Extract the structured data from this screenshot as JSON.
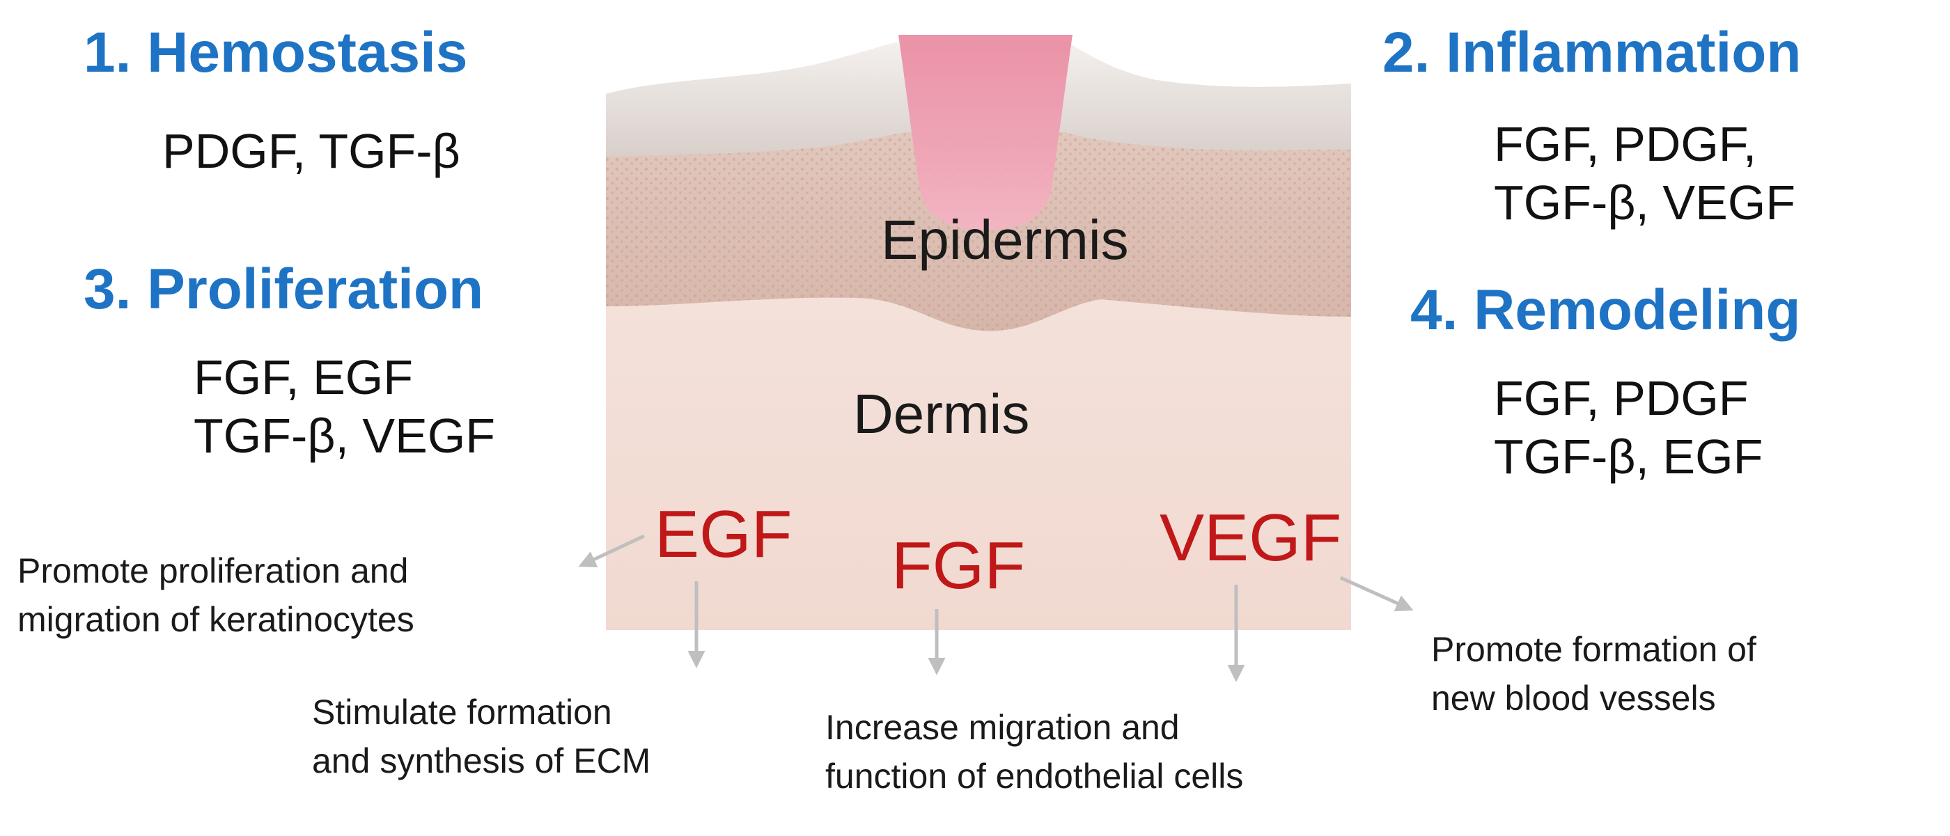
{
  "phases": [
    {
      "title": "1. Hemostasis",
      "factors": [
        "PDGF, TGF-β"
      ]
    },
    {
      "title": "2. Inflammation",
      "factors": [
        "FGF, PDGF,",
        "TGF-β, VEGF"
      ]
    },
    {
      "title": "3. Proliferation",
      "factors": [
        "FGF, EGF",
        "TGF-β, VEGF"
      ]
    },
    {
      "title": "4. Remodeling",
      "factors": [
        "FGF, PDGF",
        "TGF-β, EGF"
      ]
    }
  ],
  "layers": {
    "epidermis": "Epidermis",
    "dermis": "Dermis"
  },
  "growth_factors": {
    "egf": "EGF",
    "fgf": "FGF",
    "vegf": "VEGF"
  },
  "effects": {
    "keratinocytes": [
      "Promote proliferation and",
      "migration of keratinocytes"
    ],
    "ecm": [
      "Stimulate formation",
      "and synthesis of ECM"
    ],
    "endothelial": [
      "Increase migration and",
      "function of endothelial cells"
    ],
    "blood_vessels": [
      "Promote formation of",
      "new blood vessels"
    ]
  },
  "colors": {
    "phase_title": "#1f73c4",
    "growth_factor": "#c01818",
    "dermis": "#f2ddd6",
    "epidermis": "#d9b8ac",
    "wound": "#f0a3b5",
    "arrow": "#bfbfbf"
  }
}
